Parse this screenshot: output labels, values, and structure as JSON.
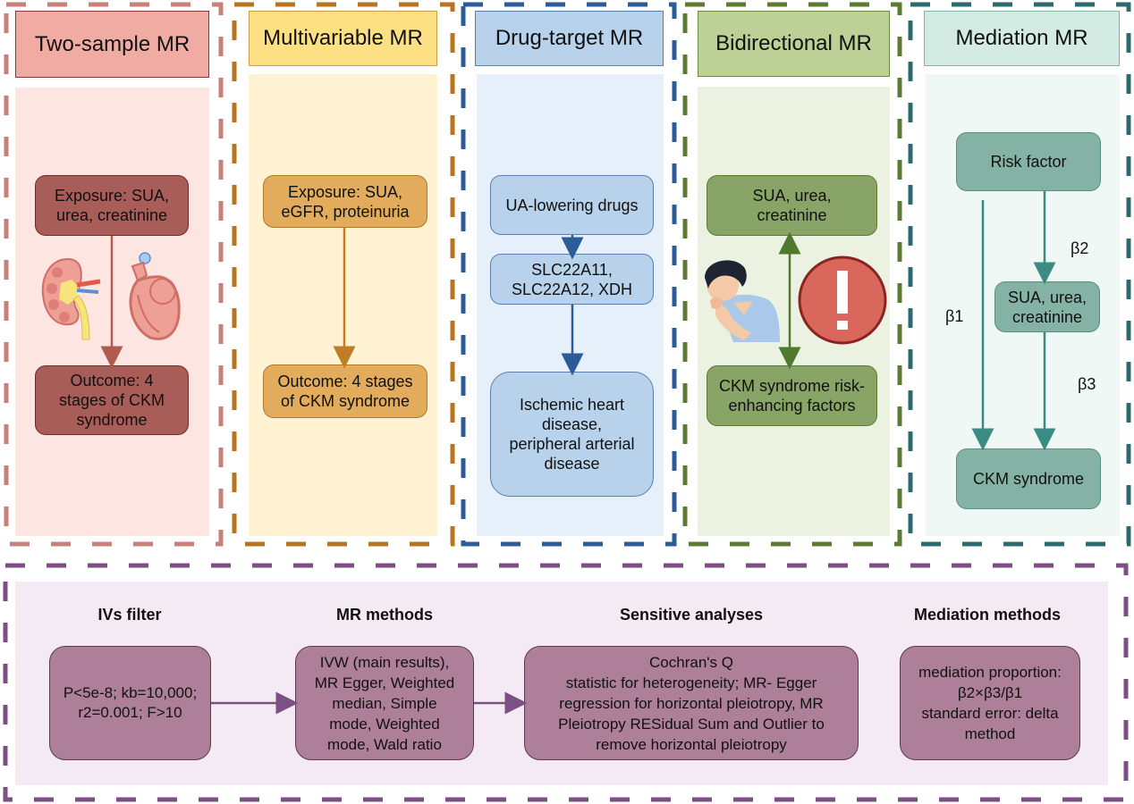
{
  "colors": {
    "two_sample": {
      "frame": "#c97f7a",
      "header": "#f0aca3",
      "header_border": "#8a3a36",
      "body": "#fde6e2",
      "node": "#a85d58",
      "node_border": "#6e2e2a",
      "arrow": "#b15a4e"
    },
    "multivariable": {
      "frame": "#b8741f",
      "header": "#fde083",
      "header_border": "#c9a045",
      "body": "#fff3d4",
      "node": "#e2ac5c",
      "node_border": "#b07a2a",
      "arrow": "#c17d26"
    },
    "drug_target": {
      "frame": "#2c5b9a",
      "header": "#b7d2ea",
      "header_border": "#5a7fa8",
      "body": "#e6f0fa",
      "node": "#b7d2ea",
      "node_border": "#5a7fa8",
      "arrow": "#2c5b9a"
    },
    "bidirectional": {
      "frame": "#5d7a32",
      "header": "#bdd196",
      "header_border": "#6d8a45",
      "body": "#ebf2e1",
      "node": "#88a466",
      "node_border": "#5d7a32",
      "arrow": "#4f7a2e"
    },
    "mediation": {
      "frame": "#2b6b70",
      "header": "#d3ebe3",
      "header_border": "#7eb6ad",
      "body": "#f0f8f6",
      "node": "#84b3a5",
      "node_border": "#5a8e82",
      "arrow": "#3a8c82"
    },
    "methods": {
      "frame": "#7d4f84",
      "body": "#f3eaf4",
      "node": "#ae7f98",
      "node_border": "#5a3a55",
      "arrow": "#7d4f84"
    },
    "alert": {
      "fill": "#d9675b",
      "border": "#8a2420",
      "mark": "#ffffff"
    }
  },
  "panels": {
    "two_sample": {
      "title": "Two-sample MR",
      "exposure": [
        "Exposure: SUA,",
        "urea, creatinine"
      ],
      "outcome": [
        "Outcome: 4",
        "stages of CKM",
        "syndrome"
      ],
      "icons": [
        "kidney-icon",
        "heart-icon"
      ]
    },
    "multivariable": {
      "title": "Multivariable MR",
      "exposure": [
        "Exposure: SUA,",
        "eGFR, proteinuria"
      ],
      "outcome": [
        "Outcome: 4 stages",
        "of CKM syndrome"
      ]
    },
    "drug_target": {
      "title": "Drug-target MR",
      "drugs": [
        "UA-lowering drugs"
      ],
      "targets": [
        "SLC22A11,",
        "SLC22A12, XDH"
      ],
      "outcome": [
        "Ischemic heart",
        "disease,",
        "peripheral arterial",
        "disease"
      ]
    },
    "bidirectional": {
      "title": "Bidirectional MR",
      "top": [
        "SUA, urea,",
        "creatinine"
      ],
      "bottom": [
        "CKM syndrome risk-",
        "enhancing factors"
      ],
      "icons": [
        "coughing-person-icon",
        "exclamation-alert-icon"
      ],
      "alert_mark": "!"
    },
    "mediation": {
      "title": "Mediation MR",
      "risk_factor": "Risk factor",
      "mediator": [
        "SUA, urea,",
        "creatinine"
      ],
      "outcome": "CKM syndrome",
      "beta1": "β1",
      "beta2": "β2",
      "beta3": "β3"
    }
  },
  "methods": {
    "steps": [
      {
        "title": "IVs filter",
        "lines": [
          "P<5e-8; kb=10,000;",
          "r2=0.001; F>10"
        ]
      },
      {
        "title": "MR methods",
        "lines": [
          "IVW (main results),",
          "MR Egger, Weighted",
          "median, Simple",
          "mode, Weighted",
          "mode, Wald ratio"
        ]
      },
      {
        "title": "Sensitive analyses",
        "lines": [
          "Cochran's Q",
          "statistic for heterogeneity; MR- Egger",
          "regression for horizontal pleiotropy, MR",
          "Pleiotropy RESidual Sum and Outlier to",
          "remove horizontal pleiotropy"
        ]
      },
      {
        "title": "Mediation methods",
        "lines": [
          "mediation proportion:",
          "β2×β3/β1",
          "standard error: delta",
          "method"
        ]
      }
    ]
  }
}
